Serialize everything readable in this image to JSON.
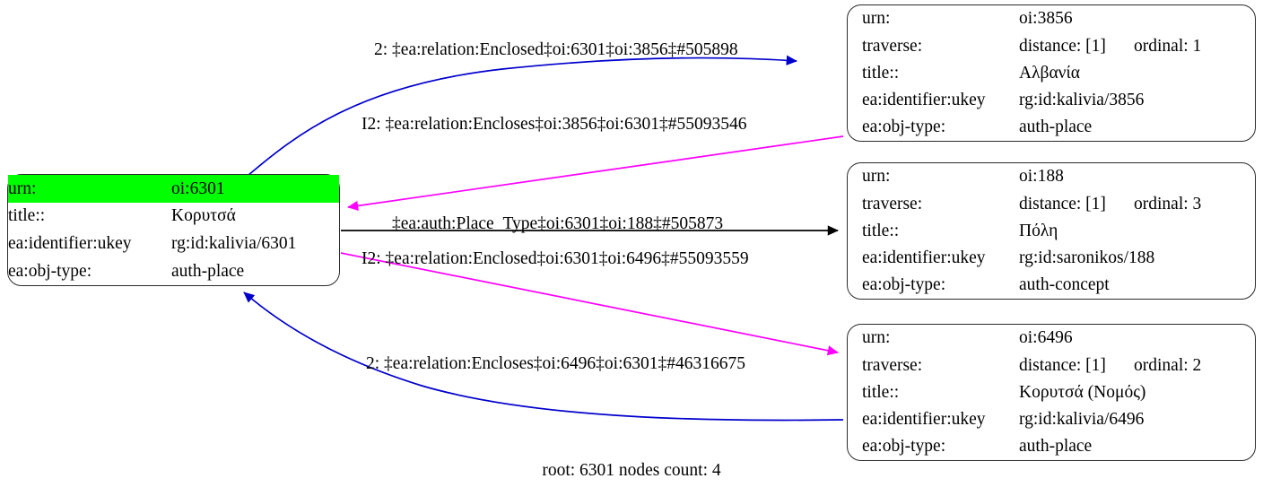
{
  "graph": {
    "caption": "root: 6301 nodes count: 4",
    "colors": {
      "highlight": "#00ff00",
      "edge_blue": "#0000cc",
      "edge_magenta": "#ff00ff",
      "edge_black": "#000000",
      "node_border": "#2b2b2b",
      "background": "#ffffff"
    }
  },
  "nodes": {
    "root": {
      "rows": [
        {
          "key": "urn:",
          "value": "oi:6301",
          "highlight": true
        },
        {
          "key": "title::",
          "value": "Κορυτσά",
          "highlight": false
        },
        {
          "key": "ea:identifier:ukey",
          "value": "rg:id:kalivia/6301",
          "highlight": false
        },
        {
          "key": "ea:obj-type:",
          "value": "auth-place",
          "highlight": false
        }
      ]
    },
    "n3856": {
      "rows": [
        {
          "key": "urn:",
          "value": "oi:3856"
        },
        {
          "key": "traverse:",
          "value": "distance: [1]",
          "value2": "ordinal: 1"
        },
        {
          "key": "title::",
          "value": "Αλβανία"
        },
        {
          "key": "ea:identifier:ukey",
          "value": "rg:id:kalivia/3856"
        },
        {
          "key": "ea:obj-type:",
          "value": "auth-place"
        }
      ]
    },
    "n188": {
      "rows": [
        {
          "key": "urn:",
          "value": "oi:188"
        },
        {
          "key": "traverse:",
          "value": "distance: [1]",
          "value2": "ordinal: 3"
        },
        {
          "key": "title::",
          "value": "Πόλη"
        },
        {
          "key": "ea:identifier:ukey",
          "value": "rg:id:saronikos/188"
        },
        {
          "key": "ea:obj-type:",
          "value": "auth-concept"
        }
      ]
    },
    "n6496": {
      "rows": [
        {
          "key": "urn:",
          "value": "oi:6496"
        },
        {
          "key": "traverse:",
          "value": "distance: [1]",
          "value2": "ordinal: 2"
        },
        {
          "key": "title::",
          "value": "Κορυτσά (Νομός)"
        },
        {
          "key": "ea:identifier:ukey",
          "value": "rg:id:kalivia/6496"
        },
        {
          "key": "ea:obj-type:",
          "value": "auth-place"
        }
      ]
    }
  },
  "edges": [
    {
      "id": "e1",
      "label": "2: ‡ea:relation:Enclosed‡oi:6301‡oi:3856‡#505898",
      "color": "#0000cc",
      "from": "root",
      "to": "n3856"
    },
    {
      "id": "e2",
      "label": "I2: ‡ea:relation:Encloses‡oi:3856‡oi:6301‡#55093546",
      "color": "#ff00ff",
      "from": "n3856",
      "to": "root"
    },
    {
      "id": "e3",
      "label": "‡ea:auth:Place_Type‡oi:6301‡oi:188‡#505873",
      "color": "#000000",
      "from": "root",
      "to": "n188"
    },
    {
      "id": "e4",
      "label": "I2: ‡ea:relation:Enclosed‡oi:6301‡oi:6496‡#55093559",
      "color": "#ff00ff",
      "from": "root",
      "to": "n6496"
    },
    {
      "id": "e5",
      "label": "2: ‡ea:relation:Encloses‡oi:6496‡oi:6301‡#46316675",
      "color": "#0000cc",
      "from": "n6496",
      "to": "root"
    }
  ]
}
